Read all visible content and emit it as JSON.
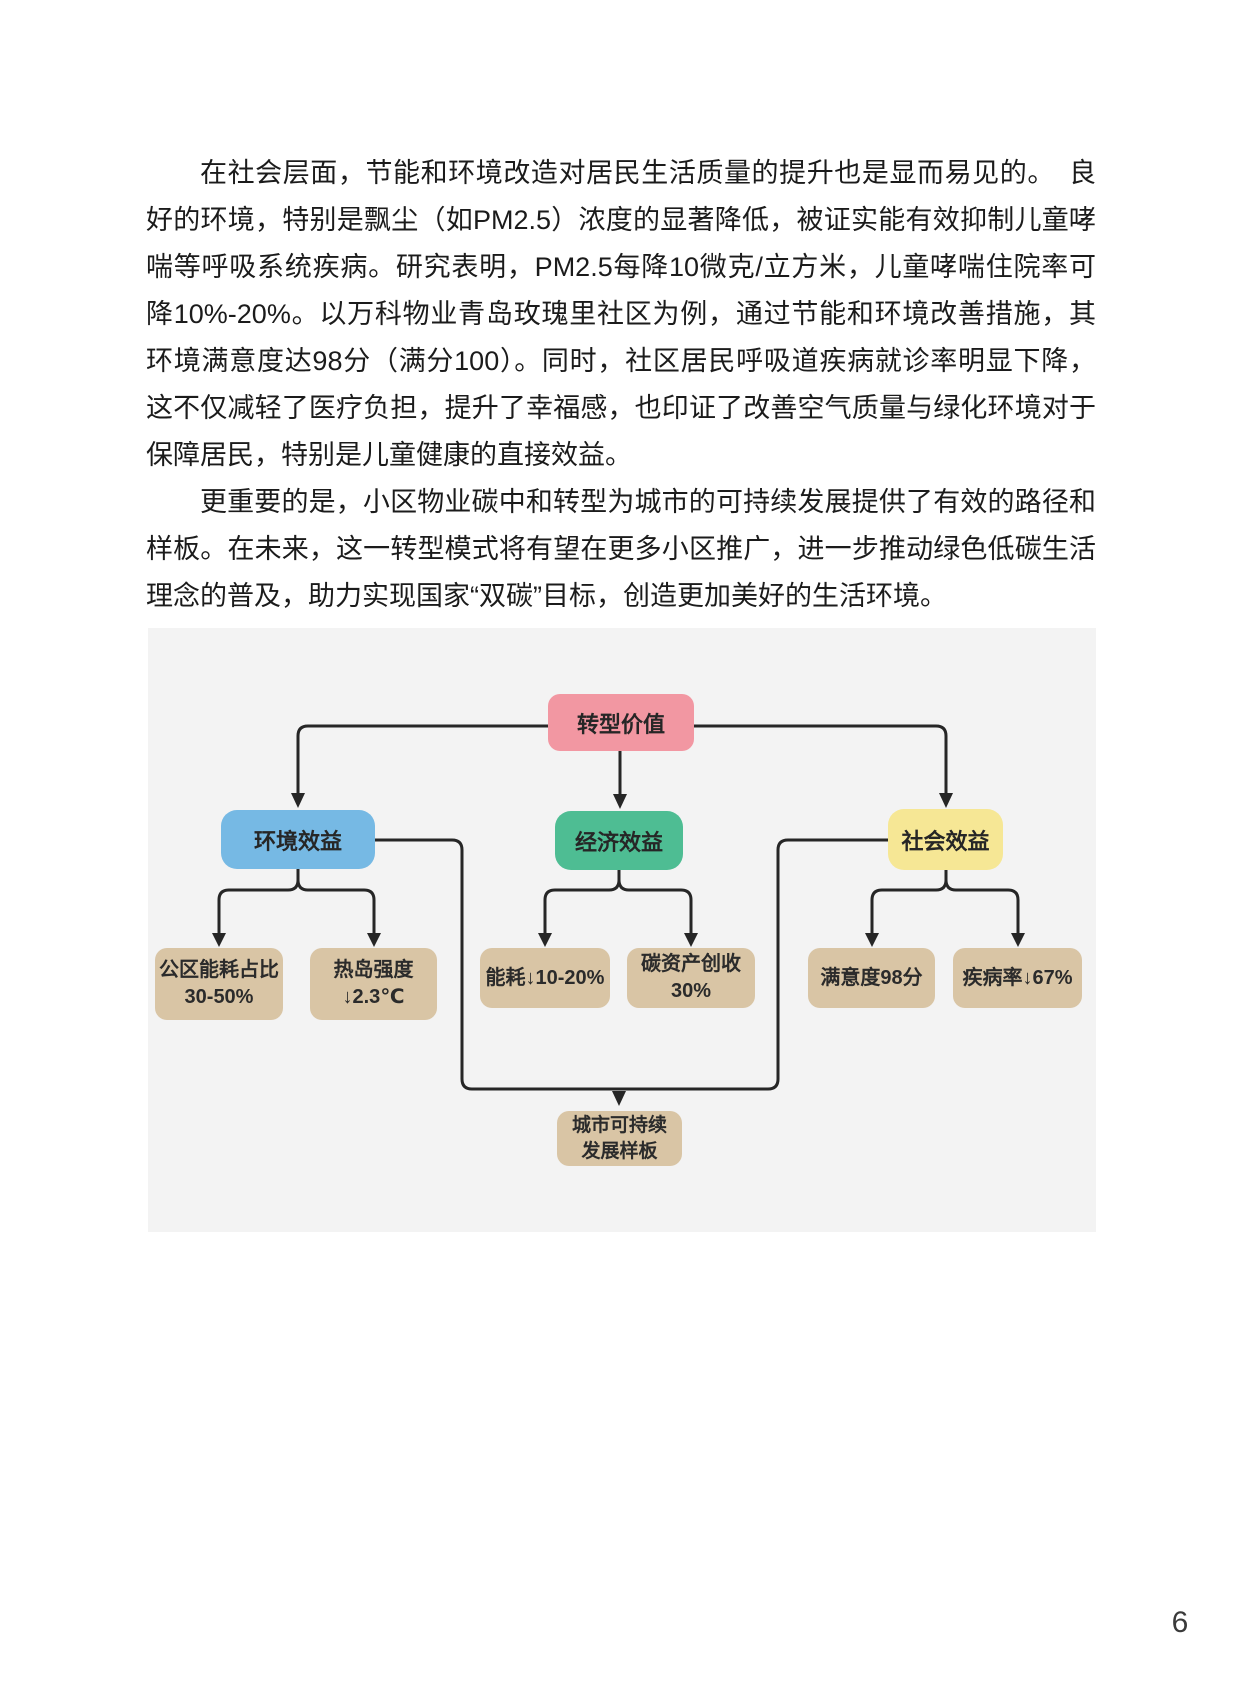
{
  "document": {
    "paragraphs": [
      "在社会层面，节能和环境改造对居民生活质量的提升也是显而易见的。　良好的环境，特别是飘尘（如PM2.5）浓度的显著降低，被证实能有效抑制儿童哮喘等呼吸系统疾病。研究表明，PM2.5每降10微克/立方米，儿童哮喘住院率可降10%-20%。以万科物业青岛玫瑰里社区为例，通过节能和环境改善措施，其环境满意度达98分（满分100）。同时，社区居民呼吸道疾病就诊率明显下降，这不仅减轻了医疗负担，提升了幸福感，也印证了改善空气质量与绿化环境对于保障居民，特别是儿童健康的直接效益。",
      "更重要的是，小区物业碳中和转型为城市的可持续发展提供了有效的路径和样板。在未来，这一转型模式将有望在更多小区推广，进一步推动绿色低碳生活理念的普及，助力实现国家“双碳”目标，创造更加美好的生活环境。"
    ],
    "page_number": "6"
  },
  "diagram": {
    "panel_background": "#F3F3F3",
    "line_color": "#262626",
    "root": {
      "label": "转型价值",
      "color": "#F297A2"
    },
    "branches": [
      {
        "label": "环境效益",
        "color": "#76B9E4",
        "children": [
          "公区能耗占比\n30-50%",
          "热岛强度\n↓2.3℃"
        ]
      },
      {
        "label": "经济效益",
        "color": "#4EBD93",
        "children": [
          "能耗↓10-20%",
          "碳资产创收30%"
        ]
      },
      {
        "label": "社会效益",
        "color": "#F6E795",
        "children": [
          "满意度98分",
          "疾病率↓67%"
        ]
      }
    ],
    "sink": {
      "label": "城市可持续\n发展样板",
      "color": "#D9C5A5"
    }
  }
}
